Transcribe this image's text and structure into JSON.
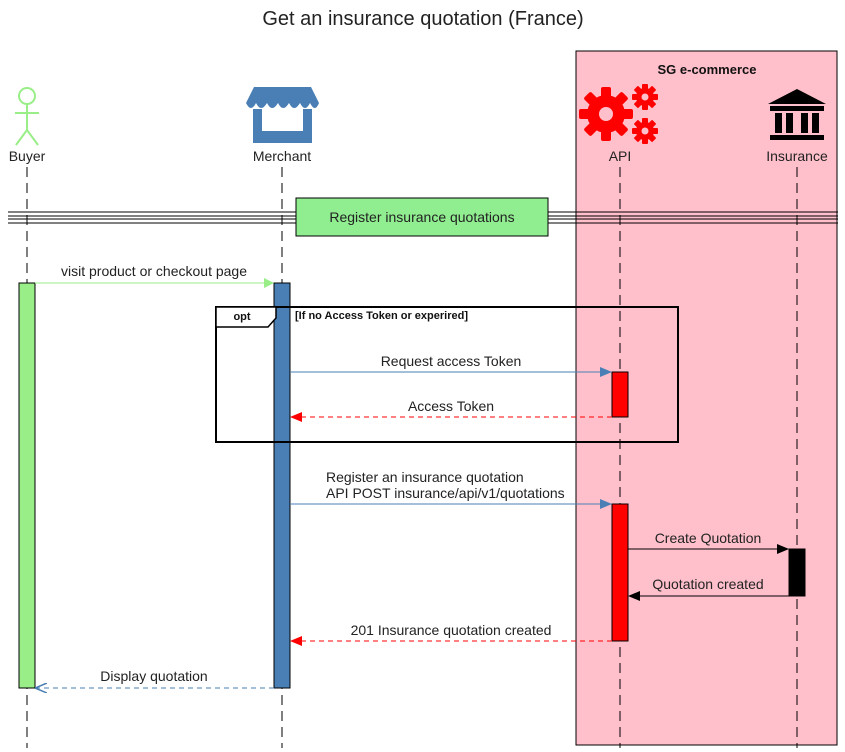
{
  "diagram": {
    "title": "Get an insurance quotation (France)",
    "group": {
      "label": "SG e-commerce",
      "fill": "#ffc0cb"
    },
    "participants": {
      "buyer": {
        "label": "Buyer",
        "icon": "stick-figure-icon",
        "color": "#99ee88"
      },
      "merchant": {
        "label": "Merchant",
        "icon": "storefront-icon",
        "color": "#4a7fb5"
      },
      "api": {
        "label": "API",
        "icon": "gears-icon",
        "color": "#ff0000"
      },
      "insurance": {
        "label": "Insurance",
        "icon": "bank-building-icon",
        "color": "#000000"
      }
    },
    "divider": {
      "label": "Register insurance quotations",
      "fill": "#90ee90"
    },
    "opt_fragment": {
      "tag": "opt",
      "condition": "[If no Access Token or experired]"
    },
    "messages": {
      "visit": "visit product or checkout page",
      "request_token": "Request access Token",
      "access_token": "Access Token",
      "register_line1": "Register an insurance quotation",
      "register_line2": "API POST insurance/api/v1/quotations",
      "create_quotation": "Create Quotation",
      "quotation_created": "Quotation created",
      "created_201": "201 Insurance quotation created",
      "display_quotation": "Display quotation"
    }
  }
}
